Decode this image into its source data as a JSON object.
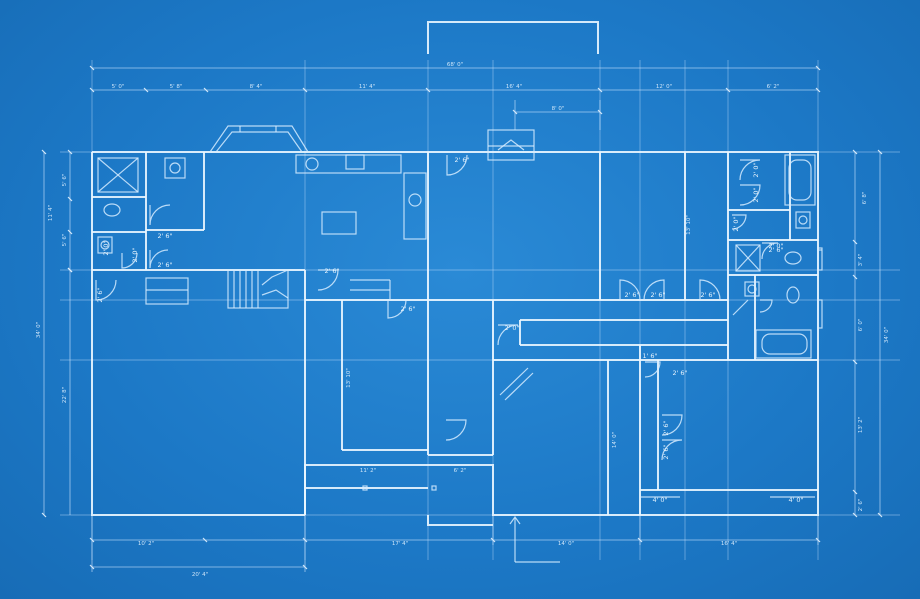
{
  "top_dimensions": {
    "overall": "68' 0\"",
    "segments": [
      "5' 0\"",
      "5' 8\"",
      "8' 4\"",
      "11' 4\"",
      "16' 4\"",
      "12' 0\"",
      "6' 2\""
    ],
    "sub": "8' 0\""
  },
  "bottom_dimensions": {
    "segments": [
      "10' 2\"",
      "17' 4\"",
      "14' 0\"",
      "16' 4\""
    ],
    "total": "20' 4\"",
    "interior_left": "11' 2\"",
    "interior_right": "6' 2\""
  },
  "left_dimensions": {
    "outer": "34' 0\"",
    "lower": "22' 8\"",
    "upper": [
      "5' 6\"",
      "11' 4\"",
      "5' 6\""
    ]
  },
  "right_dimensions": {
    "outer": "34' 0\"",
    "inner": [
      "6' 8\"",
      "3' 4\"",
      "6' 0\"",
      "13' 2\"",
      "2' 6\""
    ]
  },
  "door_labels": {
    "d1": "2' 6\"",
    "d2": "2' 6\"",
    "d3": "2' 6\"",
    "d4": "2' 6\"",
    "d5": "2' 6\"",
    "d6": "2' 6\"",
    "d7": "2' 6\"",
    "d8": "2' 6\"",
    "d9": "2' 6\"",
    "d10": "2' 0\"",
    "d11": "2' 0\"",
    "d12": "2' 0\"",
    "d13": "1' 6\"",
    "d14": "2' 6\"",
    "d15": "2' 6\"",
    "d16": "2' 6\"",
    "d17": "2' 0\"",
    "d18": "2' 0\"",
    "d19": "2' 6\"",
    "d20": "2' 0\"",
    "d21": "2' 0\"",
    "d22": "4' 0\"",
    "d23": "4' 0\""
  },
  "room_dimensions": {
    "r1": "13' 10\"",
    "r2": "13' 10\"",
    "r3": "14' 0\""
  }
}
